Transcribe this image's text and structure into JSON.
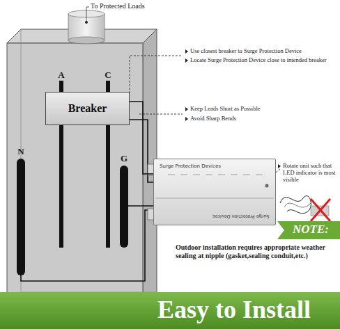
{
  "diagram": {
    "nodes": [
      {
        "text": [
          "Breaker"
        ]
      },
      {
        "text": [
          "Surge Protection Devices",
          "Surge Protection Devices"
        ]
      }
    ],
    "edges": [
      {
        "from": 0,
        "to": 1,
        "arrow": "none"
      }
    ],
    "labels": [
      "To Protected Loads",
      "A",
      "C",
      "N",
      "G",
      "Use closest breaker to Surge Protection Device",
      "Locate Surge Protection Device close to intended breaker",
      "Keep Leads Short as Possible",
      "Avoid Sharp Bends",
      "Rotate unit such that LED indicator is most visible",
      "NOTE:",
      "Outdoor installation requires appropriate weather sealing at nipple (gasket,sealing conduit,etc.)",
      "Easy to Install"
    ]
  }
}
